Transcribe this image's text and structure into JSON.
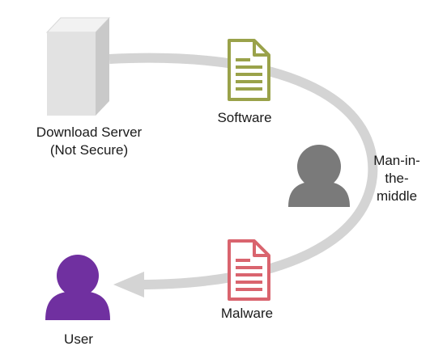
{
  "nodes": {
    "server": {
      "line1": "Download Server",
      "line2": "(Not Secure)"
    },
    "software": {
      "label": "Software"
    },
    "attacker": {
      "line1": "Man-in-",
      "line2": "the-",
      "line3": "middle"
    },
    "malware": {
      "label": "Malware"
    },
    "user": {
      "label": "User"
    }
  },
  "colors": {
    "flow_arrow": "#d4d4d4",
    "server": "#e4e4e4",
    "software_doc": "#9aa24a",
    "attacker": "#7a7a7a",
    "malware_doc": "#d9646e",
    "user": "#7030a0"
  },
  "icons": {
    "server": "server-tower-icon",
    "software": "document-icon",
    "attacker": "person-icon",
    "malware": "document-icon",
    "user": "person-icon"
  }
}
